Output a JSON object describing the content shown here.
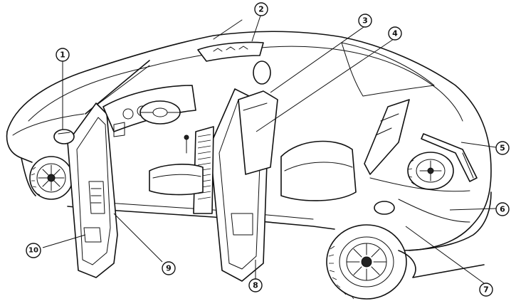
{
  "callouts": [
    {
      "id": "c1",
      "label": "1"
    },
    {
      "id": "c2",
      "label": "2"
    },
    {
      "id": "c3",
      "label": "3"
    },
    {
      "id": "c4",
      "label": "4"
    },
    {
      "id": "c5",
      "label": "5"
    },
    {
      "id": "c6",
      "label": "6"
    },
    {
      "id": "c7",
      "label": "7"
    },
    {
      "id": "c8",
      "label": "8"
    },
    {
      "id": "c9",
      "label": "9"
    },
    {
      "id": "c10",
      "label": "10"
    }
  ]
}
